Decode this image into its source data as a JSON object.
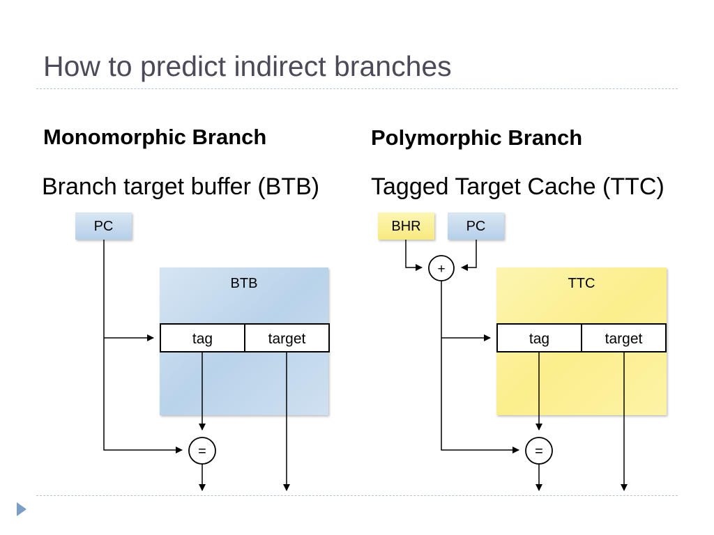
{
  "slide": {
    "title": "How to predict indirect branches"
  },
  "left": {
    "heading": "Monomorphic Branch",
    "subheading": "Branch target buffer (BTB)",
    "pc_label": "PC",
    "table_label": "BTB",
    "fields": [
      "tag",
      "target"
    ],
    "compare_symbol": "="
  },
  "right": {
    "heading": "Polymorphic Branch",
    "subheading": "Tagged Target Cache (TTC)",
    "bhr_label": "BHR",
    "pc_label": "PC",
    "combine_symbol": "+",
    "table_label": "TTC",
    "fields": [
      "tag",
      "target"
    ],
    "compare_symbol": "="
  },
  "colors": {
    "title_text": "#4a4a58",
    "blue_box": "#c8dcee",
    "yellow_box": "#fbf09a",
    "rule": "#b6c4d0",
    "nav_arrow": "#7a9fc4"
  },
  "icons": {
    "nav": "play-triangle-icon"
  }
}
